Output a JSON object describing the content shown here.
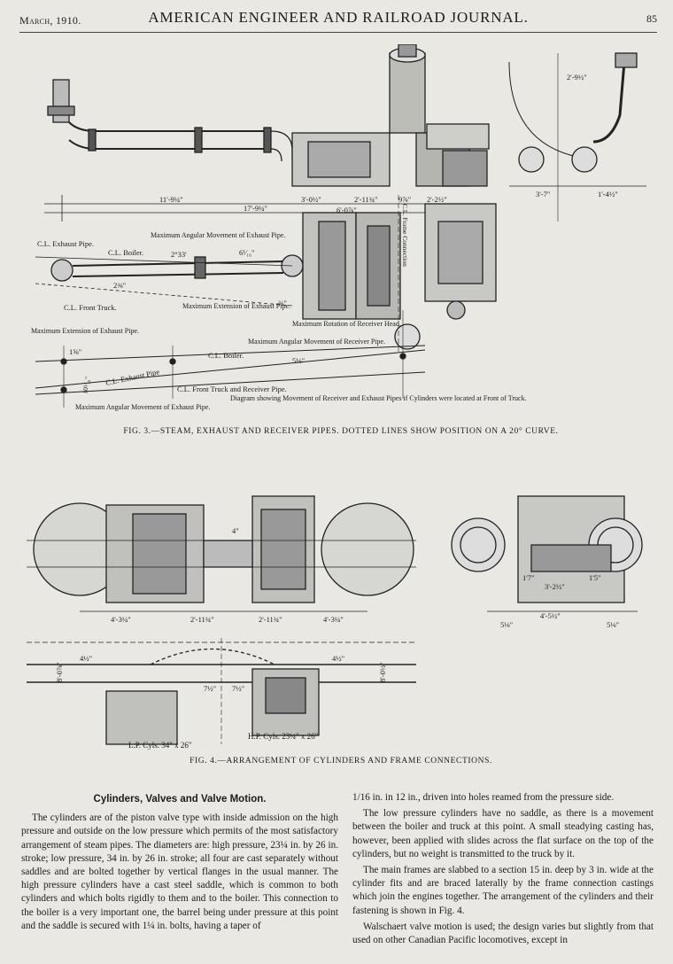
{
  "header": {
    "date": "March, 1910.",
    "journal": "AMERICAN ENGINEER AND RAILROAD JOURNAL.",
    "page": "85"
  },
  "fig3": {
    "caption": "Fig. 3.—Steam, Exhaust and Receiver Pipes.  Dotted lines show position on a 20° curve.",
    "dims": [
      "11'-9¼\"",
      "17'-9¼\"",
      "3'-0½\"",
      "2'-11¾\"",
      "2'-2½\"",
      "9⅞\"",
      "6'-0⅞\"",
      "2'-9½\"",
      "3'-7\"",
      "1'-4½\""
    ],
    "labels": {
      "cl_exhaust_pipe": "C.L. Exhaust Pipe.",
      "cl_boiler": "C.L. Boiler.",
      "max_angular_exhaust": "Maximum Angular Movement of Exhaust Pipe.",
      "cl_front_truck": "C.L. Front Truck.",
      "max_extension_exhaust": "Maximum Extension of Exhaust Pipe.",
      "max_rotation": "Maximum Rotation of Receiver Head.",
      "cl_frame_connection": "C.L. Frame Connection",
      "angle": "2°33'",
      "dim_a": "6¹⁄₁₆\"",
      "dim_b": "2⅜\"",
      "dim_c": "¾\""
    },
    "diagram": {
      "max_extension": "Maximum Extension of Exhaust Pipe.",
      "cl_boiler": "C.L. Boiler.",
      "cl_exhaust_pipe": "C.L. Exhaust Pipe",
      "max_angular_receiver": "Maximum Angular Movement of Receiver Pipe.",
      "cl_front_truck_receiver": "C.L. Front Truck and Receiver Pipe.",
      "max_angular_exhaust": "Maximum Angular Movement of Exhaust Pipe.",
      "note": "Diagram showing Movement of Receiver and Exhaust Pipes if Cylinders were located at Front of Truck.",
      "dim_1": "1⅝\"",
      "dim_2": "5⅛\"",
      "dim_3": "10⁵⁄₁₆\""
    }
  },
  "fig4": {
    "caption": "Fig. 4.—Arrangement of Cylinders and Frame Connections.",
    "lp_cyls": "L.P. Cyls. 34\" x 26\"",
    "hp_cyls": "H.P. Cyls. 23¼\" x 26\"",
    "dims_top": [
      "4'-3¼\"",
      "2'-11¾\"",
      "2'-11¾\"",
      "4'-3¼\""
    ],
    "dims_right": [
      "4'-5½\"",
      "3'-2½\"",
      "1'7\"",
      "1'5\"",
      "5⅛\"",
      "5⅛\""
    ],
    "dims_plan": [
      "4½\"",
      "4½\"",
      "8'-0⅞\"",
      "8'-0½\"",
      "7½\"",
      "7½\"",
      "4\""
    ]
  },
  "article": {
    "title": "Cylinders, Valves and Valve Motion.",
    "left": [
      "The cylinders are of the piston valve type with inside admission on the high pressure and outside on the low pressure which permits of the most satisfactory arrangement of steam pipes. The diameters are: high pressure, 23¼ in. by 26 in. stroke; low pressure, 34 in. by 26 in. stroke; all four are cast separately without saddles and are bolted together by vertical flanges in the usual manner. The high pressure cylinders have a cast steel saddle, which is common to both cylinders and which bolts rigidly to them and to the boiler. This connection to the boiler is a very important one, the barrel being under pressure at this point and the saddle is secured with 1¼ in. bolts, having a taper of"
    ],
    "right": [
      "1/16 in. in 12 in., driven into holes reamed from the pressure side.",
      "The low pressure cylinders have no saddle, as there is a movement between the boiler and truck at this point. A small steadying casting has, however, been applied with slides across the flat surface on the top of the cylinders, but no weight is transmitted to the truck by it.",
      "The main frames are slabbed to a section 15 in. deep by 3 in. wide at the cylinder fits and are braced laterally by the frame connection castings which join the engines together. The arrangement of the cylinders and their fastening is shown in Fig. 4.",
      "Walschaert valve motion is used; the design varies but slightly from that used on other Canadian Pacific locomotives, except in"
    ]
  }
}
